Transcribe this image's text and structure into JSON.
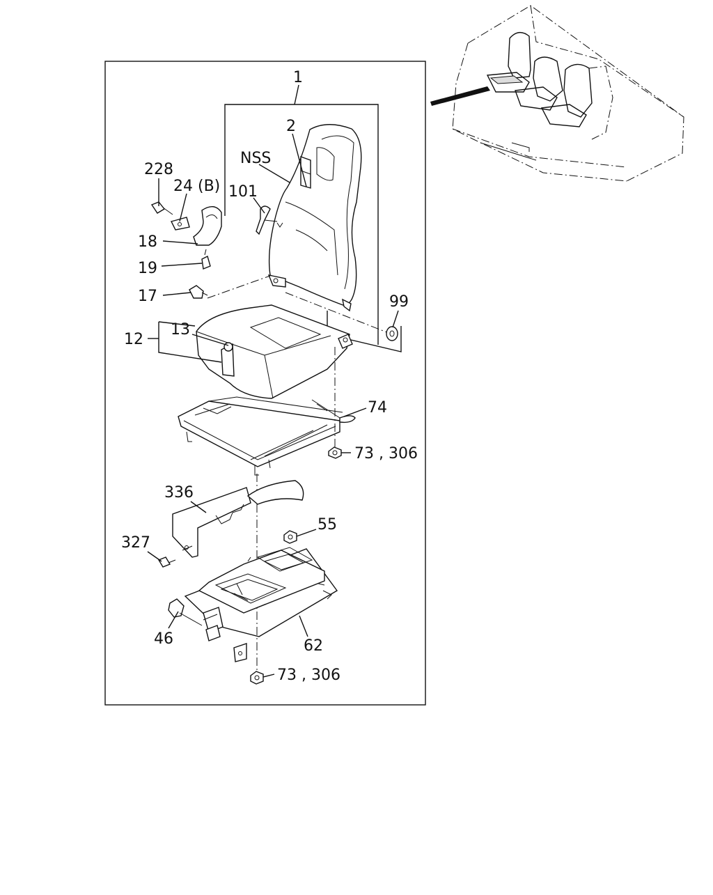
{
  "diagram": {
    "callouts": {
      "c1": "1",
      "c2": "2",
      "nss": "NSS",
      "c228": "228",
      "c24b": "24 (B)",
      "c101": "101",
      "c18": "18",
      "c19": "19",
      "c17": "17",
      "c99": "99",
      "c13": "13",
      "c12": "12",
      "c74": "74",
      "c73_306_top": "73 , 306",
      "c336": "336",
      "c55": "55",
      "c327": "327",
      "c46": "46",
      "c62": "62",
      "c73_306_bottom": "73 , 306"
    }
  }
}
